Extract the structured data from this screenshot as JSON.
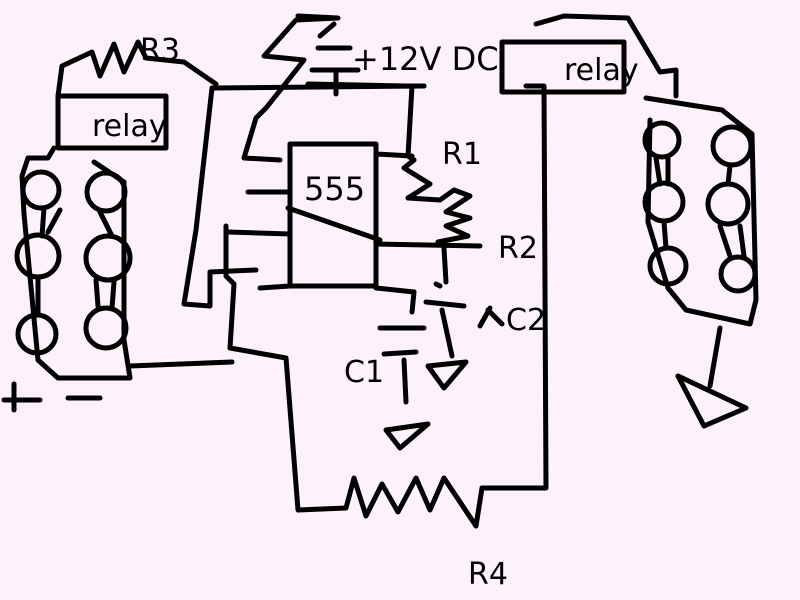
{
  "labels": {
    "r3": "R3",
    "relay_left": "relay",
    "supply": "+12V DC",
    "relay_right": "relay",
    "ic": "555",
    "r1": "R1",
    "r2": "R2",
    "c2": "C2",
    "c1": "C1",
    "r4": "R4",
    "plus": "+",
    "minus": "–"
  },
  "colors": {
    "background": "#fdf2fb",
    "ink": "#000000"
  }
}
